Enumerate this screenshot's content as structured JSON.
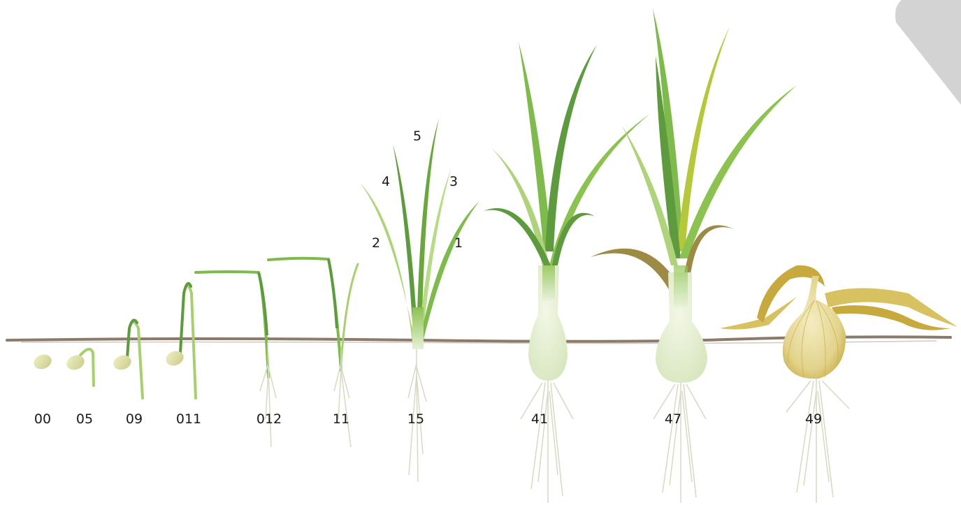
{
  "stages": [
    {
      "code": "00"
    },
    {
      "code": "05"
    },
    {
      "code": "09"
    },
    {
      "code": "011"
    },
    {
      "code": "012"
    },
    {
      "code": "11"
    },
    {
      "code": "15"
    },
    {
      "code": "41"
    },
    {
      "code": "47"
    },
    {
      "code": "49"
    }
  ],
  "leaf_numbers": [
    "1",
    "2",
    "3",
    "4",
    "5"
  ],
  "colors": {
    "soil": "#8c7b6b",
    "seed": "#e3e3a8",
    "leaf_dark": "#5e9a3e",
    "leaf_mid": "#7fba4d",
    "leaf_light": "#aed37a",
    "stem_pale": "#dfeccc",
    "root": "#d9d8c3",
    "dry_leaf": "#c7a93e",
    "corner_shape": "#d3d3d3"
  }
}
